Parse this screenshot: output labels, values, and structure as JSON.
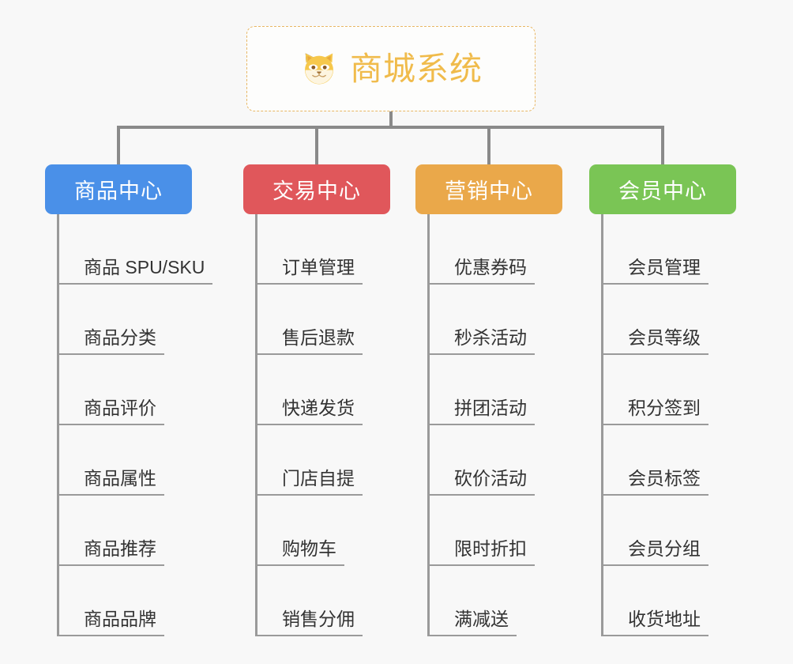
{
  "diagram": {
    "type": "organization-tree",
    "background_color": "#f8f8f8",
    "root": {
      "title": "商城系统",
      "icon": "shiba-dog-face-icon",
      "text_color": "#f0bb4b",
      "border_color": "#e8b765",
      "border_style": "dashed"
    },
    "connector_color": "#8a8a8a",
    "leaf_text_color": "#333333",
    "leaf_underline_color": "#9a9a9a",
    "columns": [
      {
        "title": "商品中心",
        "color": "#4a90e8",
        "items": [
          "商品 SPU/SKU",
          "商品分类",
          "商品评价",
          "商品属性",
          "商品推荐",
          "商品品牌"
        ]
      },
      {
        "title": "交易中心",
        "color": "#e0575b",
        "items": [
          "订单管理",
          "售后退款",
          "快递发货",
          "门店自提",
          "购物车",
          "销售分佣"
        ]
      },
      {
        "title": "营销中心",
        "color": "#eaa84a",
        "items": [
          "优惠券码",
          "秒杀活动",
          "拼团活动",
          "砍价活动",
          "限时折扣",
          "满减送"
        ]
      },
      {
        "title": "会员中心",
        "color": "#7ac555",
        "items": [
          "会员管理",
          "会员等级",
          "积分签到",
          "会员标签",
          "会员分组",
          "收货地址"
        ]
      }
    ]
  }
}
